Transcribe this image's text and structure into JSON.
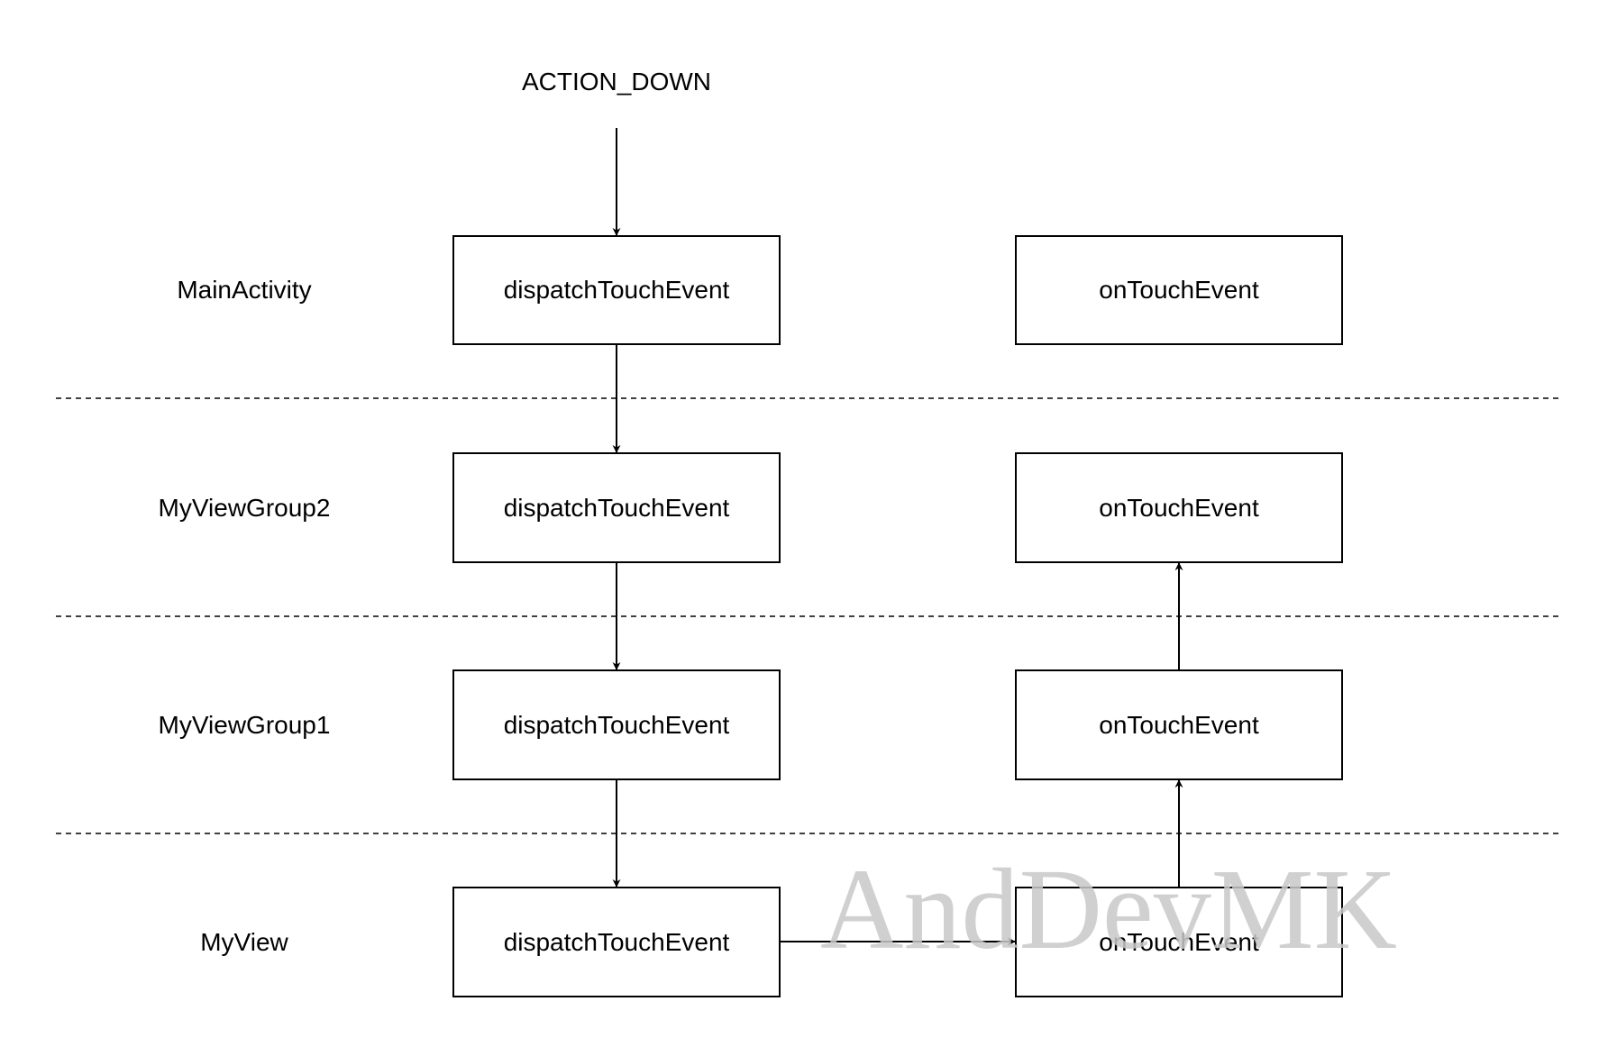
{
  "diagram": {
    "event_label": "ACTION_DOWN",
    "layers": [
      {
        "name": "MainActivity",
        "dispatch": "dispatchTouchEvent",
        "touch": "onTouchEvent"
      },
      {
        "name": "MyViewGroup2",
        "dispatch": "dispatchTouchEvent",
        "touch": "onTouchEvent"
      },
      {
        "name": "MyViewGroup1",
        "dispatch": "dispatchTouchEvent",
        "touch": "onTouchEvent"
      },
      {
        "name": "MyView",
        "dispatch": "dispatchTouchEvent",
        "touch": "onTouchEvent"
      }
    ],
    "watermark": "AndDevMK",
    "colors": {
      "stroke": "#000000",
      "watermark": "#c8c8c8"
    }
  }
}
